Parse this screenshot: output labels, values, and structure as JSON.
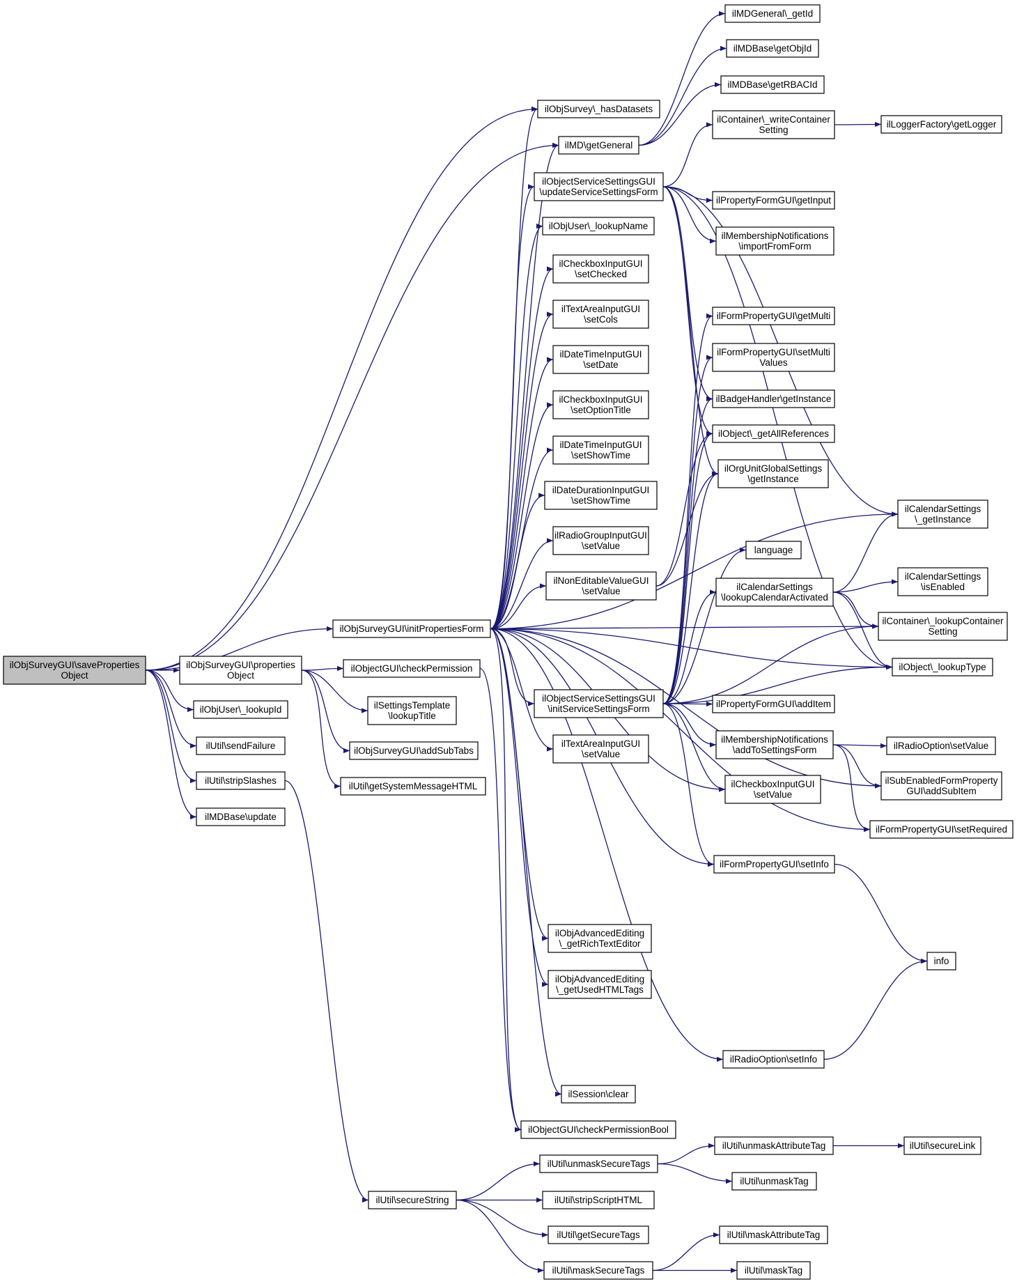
{
  "colors": {
    "edge": "#191970",
    "node_fill": "#ffffff",
    "root_fill": "#bfbfbf",
    "node_border": "#000000"
  },
  "nodes": [
    {
      "id": "root",
      "lines": [
        "ilObjSurveyGUI\\saveProperties",
        "Object"
      ],
      "highlight": true
    },
    {
      "id": "initForm",
      "lines": [
        "ilObjSurveyGUI\\initPropertiesForm"
      ]
    },
    {
      "id": "propObj",
      "lines": [
        "ilObjSurveyGUI\\properties",
        "Object"
      ]
    },
    {
      "id": "lookupId",
      "lines": [
        "ilObjUser\\_lookupId"
      ]
    },
    {
      "id": "sendFail",
      "lines": [
        "ilUtil\\sendFailure"
      ]
    },
    {
      "id": "stripSl",
      "lines": [
        "ilUtil\\stripSlashes"
      ]
    },
    {
      "id": "mdUpdate",
      "lines": [
        "ilMDBase\\update"
      ]
    },
    {
      "id": "hasDS",
      "lines": [
        "ilObjSurvey\\_hasDatasets"
      ]
    },
    {
      "id": "getGen",
      "lines": [
        "ilMD\\getGeneral"
      ]
    },
    {
      "id": "updSSF",
      "lines": [
        "ilObjectServiceSettingsGUI",
        "\\updateServiceSettingsForm"
      ]
    },
    {
      "id": "lookupName",
      "lines": [
        "ilObjUser\\_lookupName"
      ]
    },
    {
      "id": "cbChecked",
      "lines": [
        "ilCheckboxInputGUI",
        "\\setChecked"
      ]
    },
    {
      "id": "taCols",
      "lines": [
        "ilTextAreaInputGUI",
        "\\setCols"
      ]
    },
    {
      "id": "dtDate",
      "lines": [
        "ilDateTimeInputGUI",
        "\\setDate"
      ]
    },
    {
      "id": "cbOptTitle",
      "lines": [
        "ilCheckboxInputGUI",
        "\\setOptionTitle"
      ]
    },
    {
      "id": "dtShow",
      "lines": [
        "ilDateTimeInputGUI",
        "\\setShowTime"
      ]
    },
    {
      "id": "ddShow",
      "lines": [
        "ilDateDurationInputGUI",
        "\\setShowTime"
      ]
    },
    {
      "id": "rgVal",
      "lines": [
        "ilRadioGroupInputGUI",
        "\\setValue"
      ]
    },
    {
      "id": "nevVal",
      "lines": [
        "ilNonEditableValueGUI",
        "\\setValue"
      ]
    },
    {
      "id": "chkPerm",
      "lines": [
        "ilObjectGUI\\checkPermission"
      ]
    },
    {
      "id": "settTpl",
      "lines": [
        "ilSettingsTemplate",
        "\\lookupTitle"
      ]
    },
    {
      "id": "subTabs",
      "lines": [
        "ilObjSurveyGUI\\addSubTabs"
      ]
    },
    {
      "id": "sysMsg",
      "lines": [
        "ilUtil\\getSystemMessageHTML"
      ]
    },
    {
      "id": "initSSF",
      "lines": [
        "ilObjectServiceSettingsGUI",
        "\\initServiceSettingsForm"
      ]
    },
    {
      "id": "taVal",
      "lines": [
        "ilTextAreaInputGUI",
        "\\setValue"
      ]
    },
    {
      "id": "richTE",
      "lines": [
        "ilObjAdvancedEditing",
        "\\_getRichTextEditor"
      ]
    },
    {
      "id": "usedHTML",
      "lines": [
        "ilObjAdvancedEditing",
        "\\_getUsedHTMLTags"
      ]
    },
    {
      "id": "sessClear",
      "lines": [
        "ilSession\\clear"
      ]
    },
    {
      "id": "chkPermB",
      "lines": [
        "ilObjectGUI\\checkPermissionBool"
      ]
    },
    {
      "id": "secStr",
      "lines": [
        "ilUtil\\secureString"
      ]
    },
    {
      "id": "unmaskST",
      "lines": [
        "ilUtil\\unmaskSecureTags"
      ]
    },
    {
      "id": "stripScr",
      "lines": [
        "ilUtil\\stripScriptHTML"
      ]
    },
    {
      "id": "getSecT",
      "lines": [
        "ilUtil\\getSecureTags"
      ]
    },
    {
      "id": "maskST",
      "lines": [
        "ilUtil\\maskSecureTags"
      ]
    },
    {
      "id": "mdGenId",
      "lines": [
        "ilMDGeneral\\_getId"
      ]
    },
    {
      "id": "mdObjId",
      "lines": [
        "ilMDBase\\getObjId"
      ]
    },
    {
      "id": "mdRbac",
      "lines": [
        "ilMDBase\\getRBACId"
      ]
    },
    {
      "id": "contWrite",
      "lines": [
        "ilContainer\\_writeContainer",
        "Setting"
      ]
    },
    {
      "id": "logger",
      "lines": [
        "ilLoggerFactory\\getLogger"
      ]
    },
    {
      "id": "pfInput",
      "lines": [
        "ilPropertyFormGUI\\getInput"
      ]
    },
    {
      "id": "mnImport",
      "lines": [
        "ilMembershipNotifications",
        "\\importFromForm"
      ]
    },
    {
      "id": "fpMulti",
      "lines": [
        "ilFormPropertyGUI\\getMulti"
      ]
    },
    {
      "id": "fpSetMulti",
      "lines": [
        "ilFormPropertyGUI\\setMulti",
        "Values"
      ]
    },
    {
      "id": "badge",
      "lines": [
        "ilBadgeHandler\\getInstance"
      ]
    },
    {
      "id": "allRefs",
      "lines": [
        "ilObject\\_getAllReferences"
      ]
    },
    {
      "id": "orgUnit",
      "lines": [
        "ilOrgUnitGlobalSettings",
        "\\getInstance"
      ]
    },
    {
      "id": "language",
      "lines": [
        "language"
      ]
    },
    {
      "id": "calLookup",
      "lines": [
        "ilCalendarSettings",
        "\\lookupCalendarActivated"
      ]
    },
    {
      "id": "calInst",
      "lines": [
        "ilCalendarSettings",
        "\\_getInstance"
      ]
    },
    {
      "id": "calEnabled",
      "lines": [
        "ilCalendarSettings",
        "\\isEnabled"
      ]
    },
    {
      "id": "contLookup",
      "lines": [
        "ilContainer\\_lookupContainer",
        "Setting"
      ]
    },
    {
      "id": "lookupType",
      "lines": [
        "ilObject\\_lookupType"
      ]
    },
    {
      "id": "pfAddItem",
      "lines": [
        "ilPropertyFormGUI\\addItem"
      ]
    },
    {
      "id": "mnAdd",
      "lines": [
        "ilMembershipNotifications",
        "\\addToSettingsForm"
      ]
    },
    {
      "id": "cbVal",
      "lines": [
        "ilCheckboxInputGUI",
        "\\setValue"
      ]
    },
    {
      "id": "fpInfo",
      "lines": [
        "ilFormPropertyGUI\\setInfo"
      ]
    },
    {
      "id": "roVal",
      "lines": [
        "ilRadioOption\\setValue"
      ]
    },
    {
      "id": "subEn",
      "lines": [
        "ilSubEnabledFormProperty",
        "GUI\\addSubItem"
      ]
    },
    {
      "id": "fpReq",
      "lines": [
        "ilFormPropertyGUI\\setRequired"
      ]
    },
    {
      "id": "info",
      "lines": [
        "info"
      ]
    },
    {
      "id": "roInfo",
      "lines": [
        "ilRadioOption\\setInfo"
      ]
    },
    {
      "id": "unmaskAttr",
      "lines": [
        "ilUtil\\unmaskAttributeTag"
      ]
    },
    {
      "id": "secLink",
      "lines": [
        "ilUtil\\secureLink"
      ]
    },
    {
      "id": "unmaskTag",
      "lines": [
        "ilUtil\\unmaskTag"
      ]
    },
    {
      "id": "maskAttr",
      "lines": [
        "ilUtil\\maskAttributeTag"
      ]
    },
    {
      "id": "maskTag",
      "lines": [
        "ilUtil\\maskTag"
      ]
    }
  ],
  "edges": [
    [
      "root",
      "initForm"
    ],
    [
      "root",
      "propObj"
    ],
    [
      "root",
      "lookupId"
    ],
    [
      "root",
      "sendFail"
    ],
    [
      "root",
      "stripSl"
    ],
    [
      "root",
      "mdUpdate"
    ],
    [
      "root",
      "hasDS"
    ],
    [
      "root",
      "getGen"
    ],
    [
      "initForm",
      "hasDS"
    ],
    [
      "initForm",
      "getGen"
    ],
    [
      "initForm",
      "updSSF"
    ],
    [
      "initForm",
      "lookupName"
    ],
    [
      "initForm",
      "cbChecked"
    ],
    [
      "initForm",
      "taCols"
    ],
    [
      "initForm",
      "dtDate"
    ],
    [
      "initForm",
      "cbOptTitle"
    ],
    [
      "initForm",
      "dtShow"
    ],
    [
      "initForm",
      "ddShow"
    ],
    [
      "initForm",
      "rgVal"
    ],
    [
      "initForm",
      "nevVal"
    ],
    [
      "initForm",
      "initSSF"
    ],
    [
      "initForm",
      "taVal"
    ],
    [
      "initForm",
      "richTE"
    ],
    [
      "initForm",
      "usedHTML"
    ],
    [
      "initForm",
      "sessClear"
    ],
    [
      "initForm",
      "chkPermB"
    ],
    [
      "initForm",
      "calInst"
    ],
    [
      "initForm",
      "contLookup"
    ],
    [
      "initForm",
      "cbVal"
    ],
    [
      "initForm",
      "subEn"
    ],
    [
      "initForm",
      "fpInfo"
    ],
    [
      "initForm",
      "fpReq"
    ],
    [
      "initForm",
      "roInfo"
    ],
    [
      "initForm",
      "lookupType"
    ],
    [
      "propObj",
      "chkPerm"
    ],
    [
      "propObj",
      "settTpl"
    ],
    [
      "propObj",
      "subTabs"
    ],
    [
      "propObj",
      "sysMsg"
    ],
    [
      "chkPerm",
      "chkPermB"
    ],
    [
      "stripSl",
      "secStr"
    ],
    [
      "secStr",
      "unmaskST"
    ],
    [
      "secStr",
      "stripScr"
    ],
    [
      "secStr",
      "getSecT"
    ],
    [
      "secStr",
      "maskST"
    ],
    [
      "unmaskST",
      "unmaskAttr"
    ],
    [
      "unmaskST",
      "unmaskTag"
    ],
    [
      "unmaskAttr",
      "secLink"
    ],
    [
      "maskST",
      "maskAttr"
    ],
    [
      "maskST",
      "maskTag"
    ],
    [
      "getGen",
      "mdGenId"
    ],
    [
      "getGen",
      "mdObjId"
    ],
    [
      "getGen",
      "mdRbac"
    ],
    [
      "updSSF",
      "contWrite"
    ],
    [
      "updSSF",
      "pfInput"
    ],
    [
      "updSSF",
      "mnImport"
    ],
    [
      "updSSF",
      "calInst"
    ],
    [
      "updSSF",
      "badge"
    ],
    [
      "updSSF",
      "allRefs"
    ],
    [
      "updSSF",
      "orgUnit"
    ],
    [
      "updSSF",
      "lookupType"
    ],
    [
      "contWrite",
      "logger"
    ],
    [
      "nevVal",
      "allRefs"
    ],
    [
      "nevVal",
      "orgUnit"
    ],
    [
      "initSSF",
      "fpMulti"
    ],
    [
      "initSSF",
      "fpSetMulti"
    ],
    [
      "initSSF",
      "badge"
    ],
    [
      "initSSF",
      "allRefs"
    ],
    [
      "initSSF",
      "orgUnit"
    ],
    [
      "initSSF",
      "language"
    ],
    [
      "initSSF",
      "calLookup"
    ],
    [
      "initSSF",
      "contLookup"
    ],
    [
      "initSSF",
      "lookupType"
    ],
    [
      "initSSF",
      "pfAddItem"
    ],
    [
      "initSSF",
      "mnAdd"
    ],
    [
      "initSSF",
      "cbVal"
    ],
    [
      "initSSF",
      "fpInfo"
    ],
    [
      "calLookup",
      "calInst"
    ],
    [
      "calLookup",
      "calEnabled"
    ],
    [
      "calLookup",
      "contLookup"
    ],
    [
      "calLookup",
      "lookupType"
    ],
    [
      "mnAdd",
      "roVal"
    ],
    [
      "mnAdd",
      "subEn"
    ],
    [
      "mnAdd",
      "fpReq"
    ],
    [
      "fpInfo",
      "info"
    ],
    [
      "roInfo",
      "info"
    ]
  ]
}
